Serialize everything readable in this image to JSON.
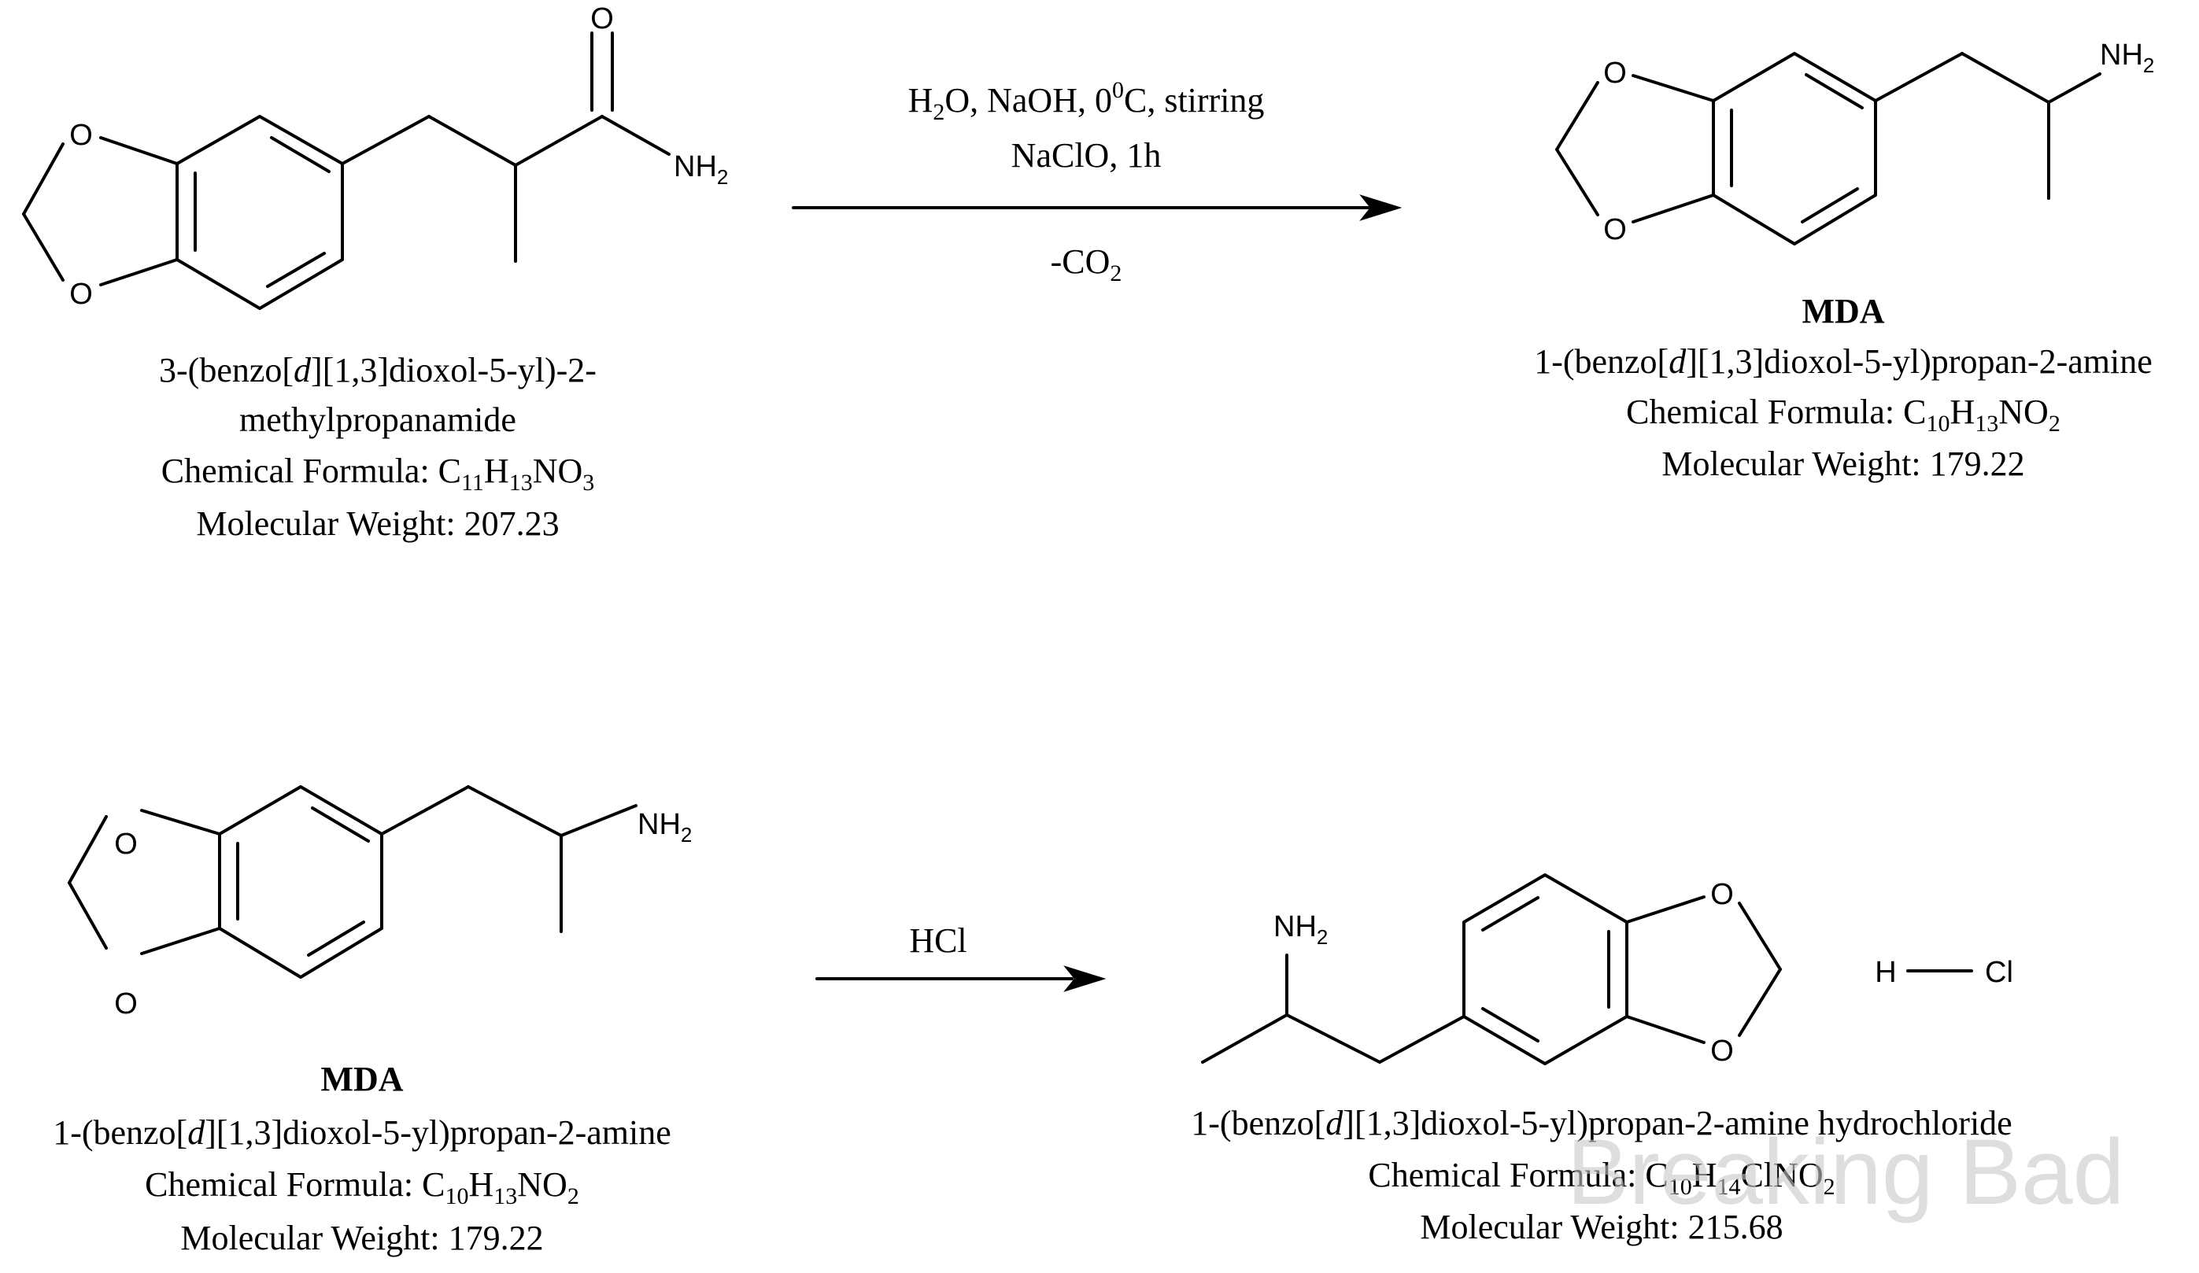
{
  "reaction1": {
    "reactant": {
      "name_pre": "3-(benzo[",
      "name_ital": "d",
      "name_post": "][1,3]dioxol-5-yl)-2-",
      "name_line2": "methylpropanamide",
      "formula_label": "Chemical Formula: ",
      "formula_parts": [
        "C",
        "11",
        "H",
        "13",
        "NO",
        "3"
      ],
      "mw": "Molecular Weight: 207.23",
      "atoms": {
        "o_top": "O",
        "o_bottom": "O",
        "o_carbonyl": "O",
        "n": "NH",
        "n_sub": "2"
      }
    },
    "conditions": {
      "line1": [
        "H",
        "2",
        "O, NaOH, 0",
        "0",
        "C, stirring"
      ],
      "line2": "NaClO, 1h",
      "line3": [
        "-CO",
        "2"
      ]
    },
    "product": {
      "short": "MDA",
      "name_pre": "1-(benzo[",
      "name_ital": "d",
      "name_post": "][1,3]dioxol-5-yl)propan-2-amine",
      "formula_label": "Chemical Formula: ",
      "formula_parts": [
        "C",
        "10",
        "H",
        "13",
        "NO",
        "2"
      ],
      "mw": "Molecular Weight: 179.22",
      "atoms": {
        "o_top": "O",
        "o_bottom": "O",
        "n": "NH",
        "n_sub": "2"
      }
    }
  },
  "reaction2": {
    "reactant": {
      "short": "MDA",
      "name_pre": "1-(benzo[",
      "name_ital": "d",
      "name_post": "][1,3]dioxol-5-yl)propan-2-amine",
      "formula_label": "Chemical Formula: ",
      "formula_parts": [
        "C",
        "10",
        "H",
        "13",
        "NO",
        "2"
      ],
      "mw": "Molecular Weight: 179.22",
      "atoms": {
        "o_top": "O",
        "o_bottom": "O",
        "n": "NH",
        "n_sub": "2"
      }
    },
    "reagent": "HCl",
    "product": {
      "name_pre": "1-(benzo[",
      "name_ital": "d",
      "name_post": "][1,3]dioxol-5-yl)propan-2-amine hydrochloride",
      "formula_label": "Chemical Formula: ",
      "formula_parts": [
        "C",
        "10",
        "H",
        "14",
        "ClNO",
        "2"
      ],
      "mw": "Molecular Weight: 215.68",
      "atoms": {
        "o_top": "O",
        "o_bottom": "O",
        "n": "NH",
        "n_sub": "2",
        "h": "H",
        "cl": "Cl"
      }
    }
  },
  "watermark": "Breaking Bad"
}
